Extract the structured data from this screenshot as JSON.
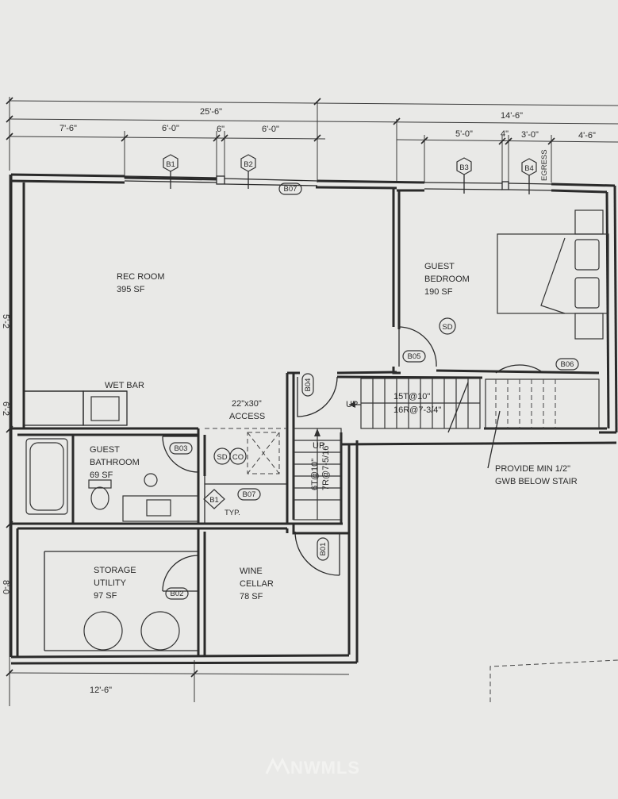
{
  "dimensions": {
    "overall_left": "25'-6\"",
    "overall_right": "14'-6\"",
    "seg_1": "7'-6\"",
    "seg_2": "6'-0\"",
    "seg_3": "6\"",
    "seg_4": "6'-0\"",
    "seg_5": "5'-0\"",
    "seg_6": "4\"",
    "seg_7": "3'-0\"",
    "seg_8": "4'-6\"",
    "bottom": "12'-6\"",
    "side_1": "5'-2",
    "side_2": "6'-2",
    "side_3": "8'-0"
  },
  "rooms": {
    "rec": {
      "name": "REC ROOM",
      "area": "395 SF"
    },
    "guest_bedroom": {
      "line1": "GUEST",
      "line2": "BEDROOM",
      "area": "190 SF"
    },
    "guest_bathroom": {
      "line1": "GUEST",
      "line2": "BATHROOM",
      "area": "69 SF"
    },
    "storage": {
      "line1": "STORAGE",
      "line2": "UTILITY",
      "area": "97 SF"
    },
    "wine": {
      "line1": "WINE",
      "line2": "CELLAR",
      "area": "78 SF"
    }
  },
  "labels": {
    "wet_bar": "WET BAR",
    "access_size": "22\"x30\"",
    "access": "ACCESS",
    "up_1": "UP",
    "up_2": "UP",
    "stair_main_1": "15T@10\"",
    "stair_main_2": "16R@7-3/4\"",
    "stair_short_1": "6T@10\"",
    "stair_short_2": "7R@7-5/16\"",
    "note_1": "PROVIDE MIN 1/2\"",
    "note_2": "GWB BELOW STAIR",
    "egress": "EGRESS",
    "typ": "TYP.",
    "sd_1": "SD",
    "sd_2": "SD",
    "co": "CO"
  },
  "window_tags": {
    "b1": "B1",
    "b2": "B2",
    "b3": "B3",
    "b4": "B4",
    "b1_typ": "B1"
  },
  "door_tags": {
    "b01": "B01",
    "b02": "B02",
    "b03": "B03",
    "b04": "B04",
    "b05": "B05",
    "b06": "B06",
    "b07_top": "B07",
    "b07_bath": "B07"
  },
  "watermark": "NWMLS"
}
